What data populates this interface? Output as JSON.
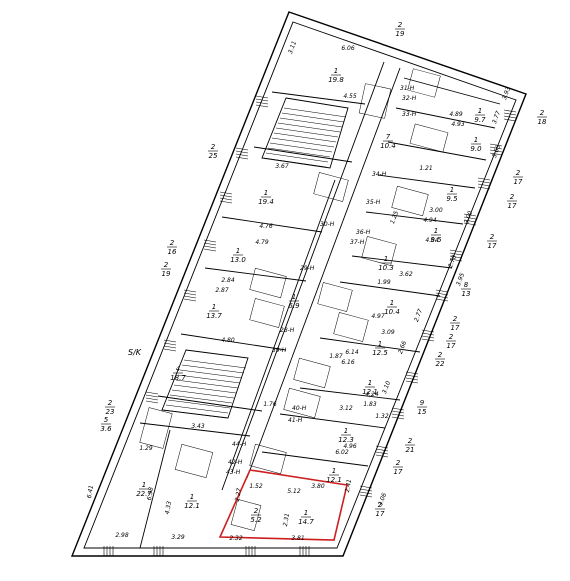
{
  "colors": {
    "line": "#000000",
    "highlight": "#cc1f1f",
    "background": "#ffffff"
  },
  "outside_labels": [
    {
      "num": "2",
      "den": "19"
    },
    {
      "num": "2",
      "den": "18"
    },
    {
      "num": "2",
      "den": "25"
    },
    {
      "num": "2",
      "den": "17"
    },
    {
      "num": "2",
      "den": "17"
    },
    {
      "num": "2",
      "den": "17"
    },
    {
      "num": "2",
      "den": "16"
    },
    {
      "num": "2",
      "den": "19"
    },
    {
      "num": "8",
      "den": "13"
    },
    {
      "num": "2",
      "den": "17"
    },
    {
      "num": "2",
      "den": "17"
    },
    {
      "num": "2",
      "den": "22"
    },
    {
      "num": "9",
      "den": "15"
    },
    {
      "num": "2",
      "den": "21"
    },
    {
      "num": "2",
      "den": "17"
    },
    {
      "num": "2",
      "den": "17"
    },
    {
      "num": "2",
      "den": "23"
    },
    {
      "num": "5",
      "den": "3.6"
    }
  ],
  "stair_labels": [
    {
      "num": "4",
      "den": "18.7"
    }
  ],
  "side_text": "S/K",
  "rooms": [
    {
      "num": "1",
      "den": "19.8"
    },
    {
      "num": "1",
      "den": "9.7"
    },
    {
      "num": "1",
      "den": "9.0"
    },
    {
      "num": "1",
      "den": "19.4"
    },
    {
      "num": "1",
      "den": "9.5"
    },
    {
      "num": "1",
      "den": "9.5"
    },
    {
      "num": "1",
      "den": "13.0"
    },
    {
      "num": "1",
      "den": "10.3"
    },
    {
      "num": "1",
      "den": "13.7"
    },
    {
      "num": "1",
      "den": "10.4"
    },
    {
      "num": "1",
      "den": "12.5"
    },
    {
      "num": "1",
      "den": "12.1"
    },
    {
      "num": "1",
      "den": "12.3"
    },
    {
      "num": "1",
      "den": "12.1"
    },
    {
      "num": "1",
      "den": "22.7"
    },
    {
      "num": "1",
      "den": "12.1"
    },
    {
      "num": "1",
      "den": "14.7"
    },
    {
      "num": "2",
      "den": "5.2"
    },
    {
      "num": "7",
      "den": "10.4"
    },
    {
      "num": "1",
      "den": "6.9"
    }
  ],
  "room_codes": [
    "31-H",
    "32-H",
    "33-H",
    "34-H",
    "35-H",
    "36-H",
    "37-H",
    "30-H",
    "29-H",
    "28-H",
    "39-H",
    "40-H",
    "41-H",
    "44-H",
    "42-H",
    "43-H"
  ],
  "dimensions": [
    "6.06",
    "3.93",
    "4.89",
    "4.93",
    "3.77",
    "4.55",
    "3.67",
    "4.76",
    "4.79",
    "2.84",
    "2.87",
    "4.80",
    "3.43",
    "3.00",
    "4.94",
    "4.84",
    "3.62",
    "4.97",
    "3.09",
    "6.14",
    "6.16",
    "4.24",
    "4.96",
    "6.02",
    "3.80",
    "5.12",
    "3.81",
    "2.98",
    "3.29",
    "6.41",
    "6.58",
    "4.33",
    "2.27",
    "2.31",
    "2.32",
    "2.41",
    "3.11",
    "3.12",
    "3.66",
    "3.95",
    "1.29",
    "1.76",
    "1.21",
    "1.99",
    "1.87",
    "1.83",
    "1.32",
    "1.52",
    "1.25",
    "3.00",
    "2.70",
    "2.77",
    "2.66",
    "3.10",
    "3.06"
  ]
}
